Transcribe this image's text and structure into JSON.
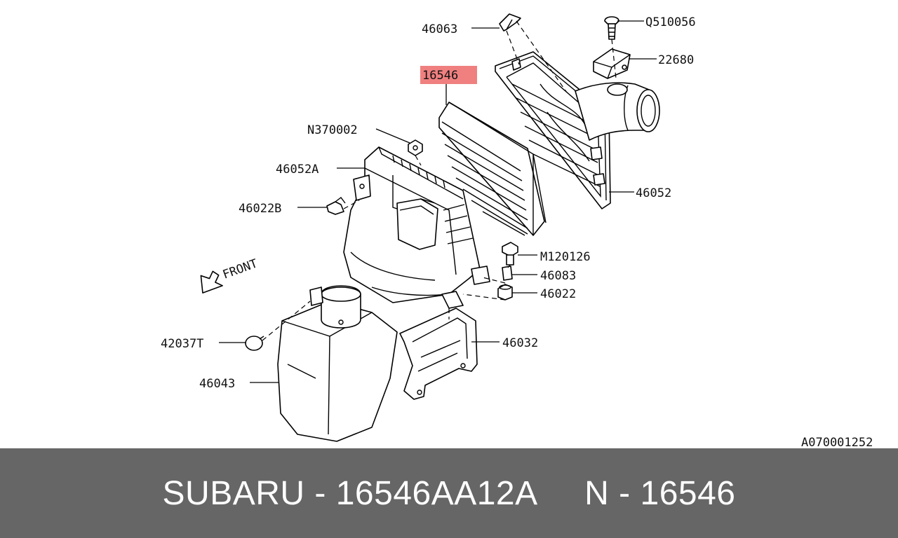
{
  "diagram": {
    "labels": {
      "p46063": "46063",
      "pQ510056": "Q510056",
      "p22680": "22680",
      "p16546": "16546",
      "pN370002": "N370002",
      "p46052A": "46052A",
      "p46052": "46052",
      "p46022B": "46022B",
      "pFRONT": "FRONT",
      "pM120126": "M120126",
      "p46083": "46083",
      "p46022": "46022",
      "p42037T": "42037T",
      "p46032": "46032",
      "p46043": "46043"
    },
    "highlight_color": "#f08080",
    "reference_code": "A070001252"
  },
  "footer": {
    "text": "SUBARU - 16546AA12A     N - 16546"
  }
}
